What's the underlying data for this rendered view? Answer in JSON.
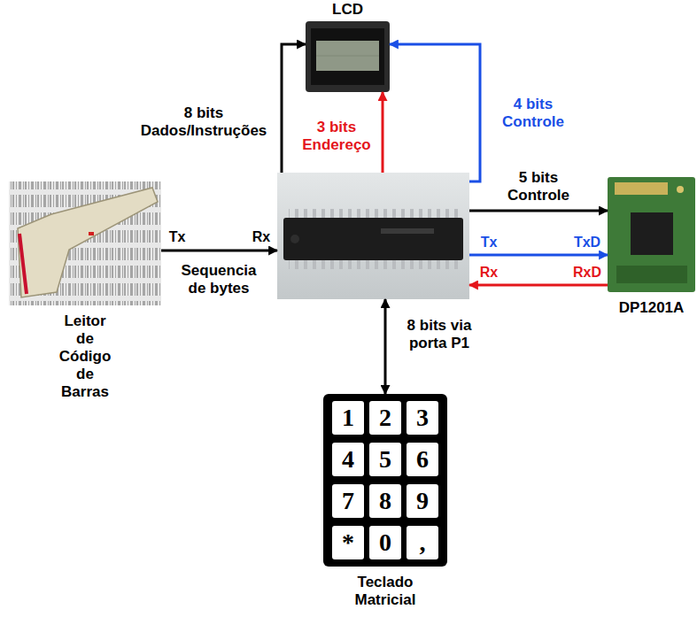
{
  "diagram": {
    "nodes": [
      {
        "text": [
          "LCD"
        ]
      },
      {
        "text": [
          "Leitor de Código de Barras"
        ]
      },
      {
        "text": []
      },
      {
        "text": [
          "DP1201A"
        ]
      },
      {
        "text": [
          "Teclado Matricial"
        ]
      },
      {
        "text": [
          "1"
        ],
        "in": 4
      },
      {
        "text": [
          "2"
        ],
        "in": 4
      },
      {
        "text": [
          "3"
        ],
        "in": 4
      },
      {
        "text": [
          "4"
        ],
        "in": 4
      },
      {
        "text": [
          "5"
        ],
        "in": 4
      },
      {
        "text": [
          "6"
        ],
        "in": 4
      },
      {
        "text": [
          "7"
        ],
        "in": 4
      },
      {
        "text": [
          "8"
        ],
        "in": 4
      },
      {
        "text": [
          "9"
        ],
        "in": 4
      },
      {
        "text": [
          "*"
        ],
        "in": 4
      },
      {
        "text": [
          "0"
        ],
        "in": 4
      },
      {
        "text": [
          ","
        ],
        "in": 4
      }
    ],
    "edges": [
      {
        "from": 2,
        "to": 0,
        "arrow": "to",
        "label": "8 bits Dados/Instruções"
      },
      {
        "from": 2,
        "to": 0,
        "arrow": "to",
        "label": "3 bits Endereço"
      },
      {
        "from": 2,
        "to": 0,
        "arrow": "to",
        "label": "4 bits Controle"
      },
      {
        "from": 1,
        "to": 2,
        "arrow": "to",
        "label": "Sequencia de bytes"
      },
      {
        "from": 2,
        "to": 3,
        "arrow": "to",
        "label": "5 bits Controle"
      },
      {
        "from": 2,
        "to": 3,
        "arrow": "to"
      },
      {
        "from": 3,
        "to": 2,
        "arrow": "to"
      },
      {
        "from": 2,
        "to": 4,
        "arrow": "both",
        "label": "8 bits via porta P1"
      }
    ],
    "labels": [
      "Tx",
      "Rx",
      "Tx",
      "TxD",
      "Rx",
      "RxD"
    ]
  }
}
